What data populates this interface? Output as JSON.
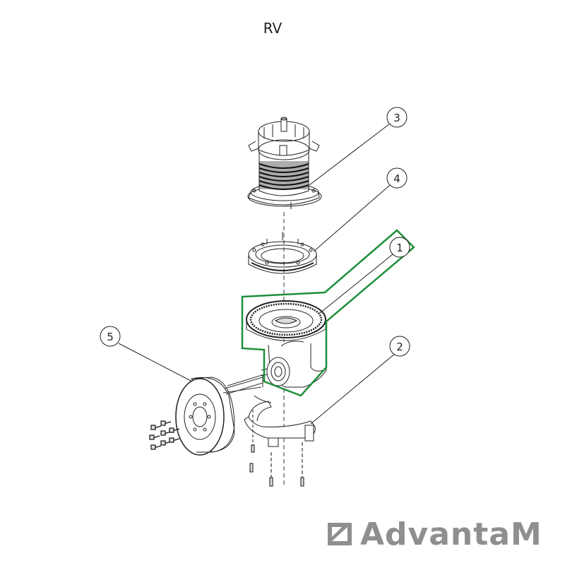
{
  "title": "RV",
  "brand": {
    "name": "AdvantaM",
    "color": "#8f8f8f"
  },
  "highlight_color": "#1e8f3a",
  "callouts": [
    {
      "number": "1",
      "part": "rotary-frame"
    },
    {
      "number": "2",
      "part": "bottom-bracket"
    },
    {
      "number": "3",
      "part": "motor"
    },
    {
      "number": "4",
      "part": "ring-flange"
    },
    {
      "number": "5",
      "part": "wheel"
    }
  ]
}
